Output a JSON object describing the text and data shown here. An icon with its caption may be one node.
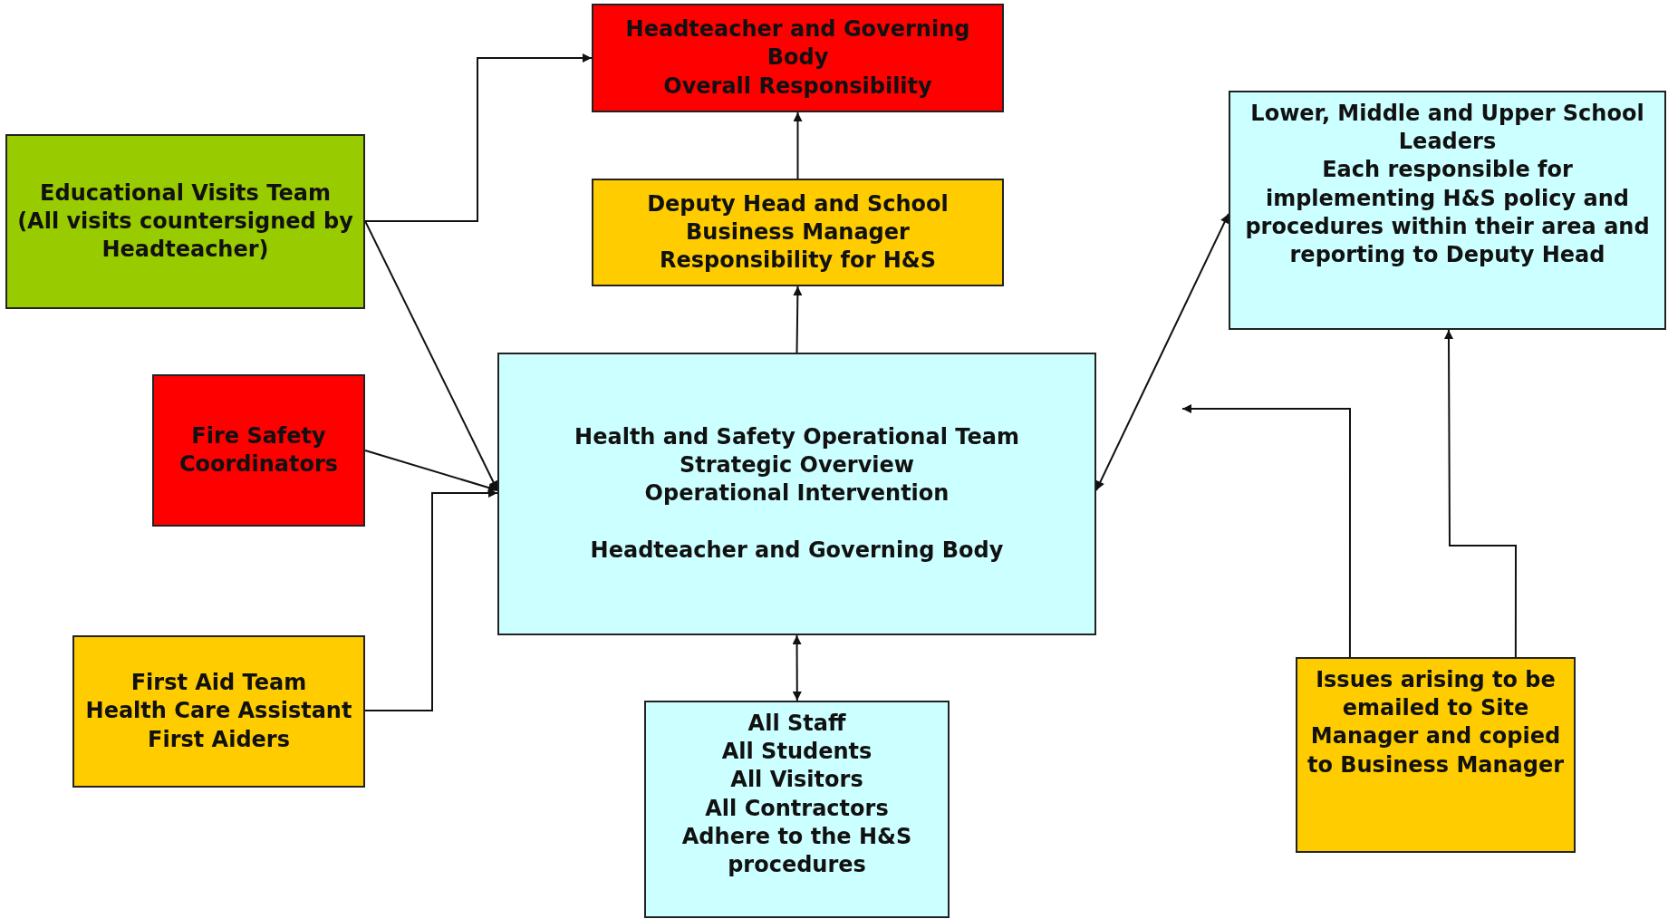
{
  "diagram": {
    "nodes": [
      {
        "text": [
          "Headteacher and Governing Body",
          "Overall Responsibility"
        ]
      },
      {
        "text": [
          "Educational Visits Team",
          "(All visits countersigned by Headteacher)"
        ]
      },
      {
        "text": [
          "Lower, Middle and Upper School Leaders",
          "Each responsible for implementing H&S policy and procedures within their area and reporting to Deputy Head"
        ]
      },
      {
        "text": [
          "Deputy Head and School Business Manager",
          "Responsibility for H&S"
        ]
      },
      {
        "text": [
          "Fire Safety Coordinators"
        ]
      },
      {
        "text": [
          "Health and Safety Operational Team",
          "Strategic Overview",
          "Operational Intervention",
          "Headteacher and Governing Body"
        ]
      },
      {
        "text": [
          "First Aid Team",
          "Health Care Assistant",
          "First Aiders"
        ]
      },
      {
        "text": [
          "All Staff",
          "All Students",
          "All Visitors",
          "All Contractors",
          "Adhere to the H&S procedures"
        ]
      },
      {
        "text": [
          "Issues arising to be emailed to Site Manager and copied to Business Manager"
        ]
      }
    ],
    "edges": [
      {
        "from": 1,
        "to": 0,
        "arrow": "to"
      },
      {
        "from": 1,
        "to": 5,
        "arrow": "to"
      },
      {
        "from": 4,
        "to": 5,
        "arrow": "to"
      },
      {
        "from": 6,
        "to": 5,
        "arrow": "to"
      },
      {
        "from": 5,
        "to": 3,
        "arrow": "to"
      },
      {
        "from": 3,
        "to": 0,
        "arrow": "to"
      },
      {
        "from": 5,
        "to": 2,
        "arrow": "both"
      },
      {
        "from": 5,
        "to": 7,
        "arrow": "both"
      },
      {
        "from": 8,
        "to": null,
        "arrow": "to"
      },
      {
        "from": 8,
        "to": 2,
        "arrow": "to"
      }
    ]
  }
}
